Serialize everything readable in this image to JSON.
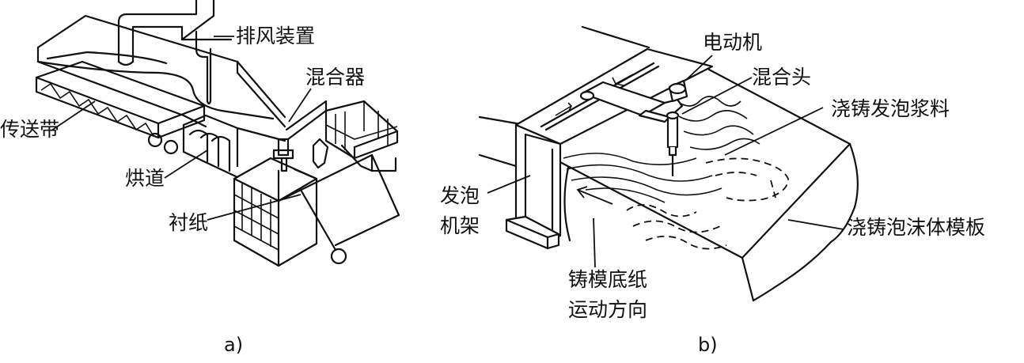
{
  "figure_a": {
    "caption": "a)",
    "labels": {
      "exhaust": "排风装置",
      "mixer": "混合器",
      "conveyor": "传送带",
      "oven": "烘道",
      "liner": "衬纸"
    }
  },
  "figure_b": {
    "caption": "b)",
    "labels": {
      "motor": "电动机",
      "mixing_head": "混合头",
      "slurry": "浇铸发泡浆料",
      "frame_line1": "发泡",
      "frame_line2": "机架",
      "mold": "浇铸泡沫体模板",
      "paper_line1": "铸模底纸",
      "paper_line2": "运动方向"
    }
  }
}
